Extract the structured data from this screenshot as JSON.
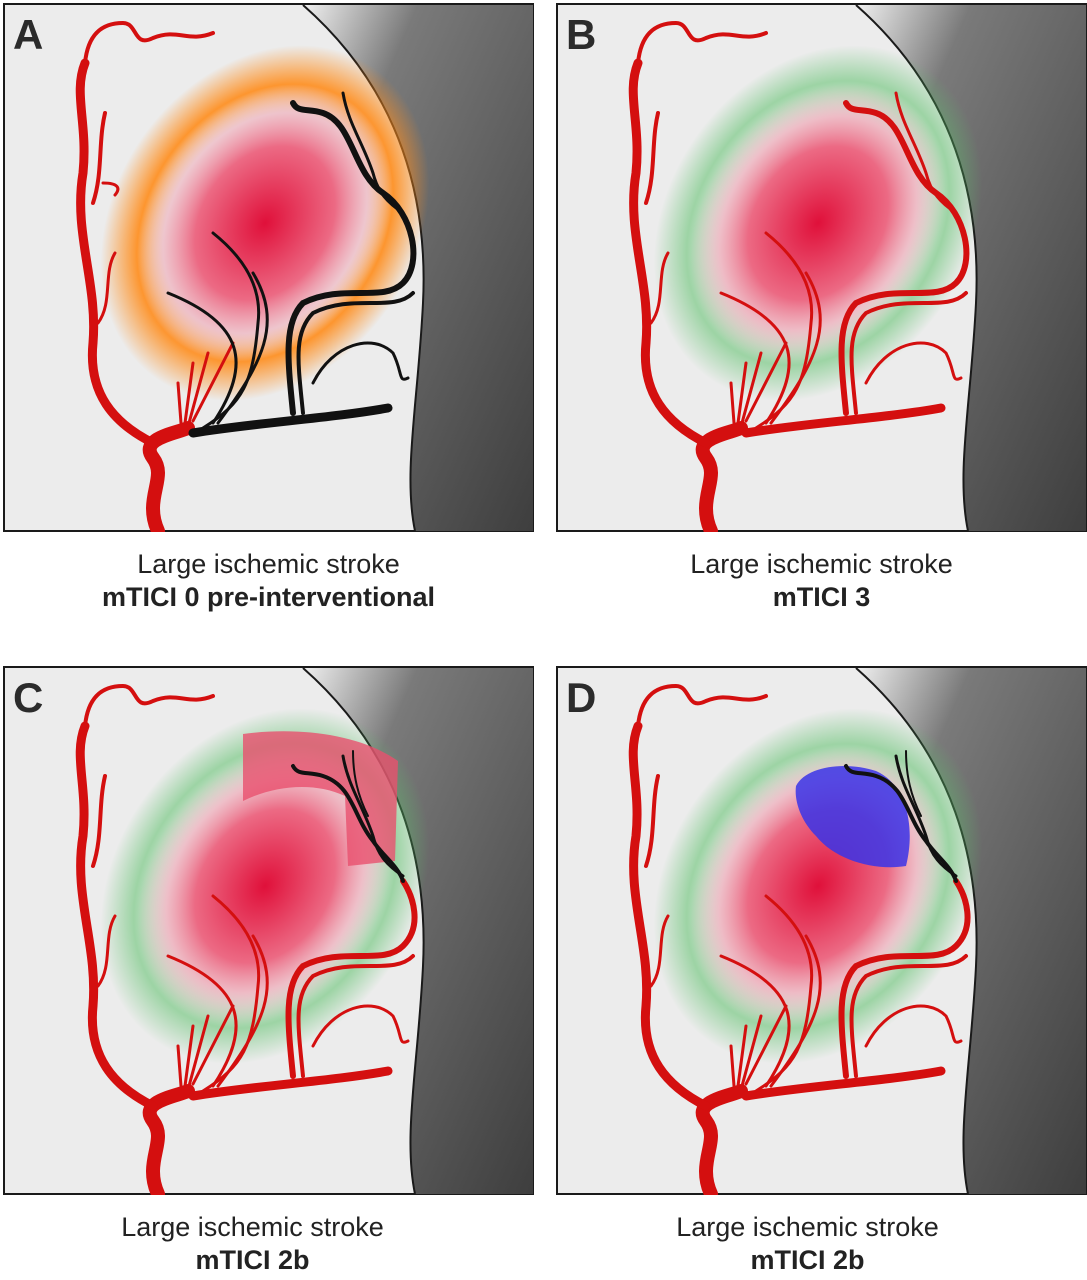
{
  "panels": [
    {
      "letter": "A",
      "line1": "Large ischemic stroke",
      "line2": "mTICI 0 pre-interventional",
      "penumbra_color": "#ff8c1a",
      "occlusion": "full"
    },
    {
      "letter": "B",
      "line1": "Large ischemic stroke",
      "line2": "mTICI 3",
      "penumbra_color": "#5cc06a",
      "occlusion": "none"
    },
    {
      "letter": "C",
      "line1": "Large ischemic stroke",
      "line2": "mTICI 2b",
      "penumbra_color": "#5cc06a",
      "occlusion": "distal",
      "patch_color": "#e8506e"
    },
    {
      "letter": "D",
      "line1": "Large ischemic stroke",
      "line2": "mTICI 2b",
      "penumbra_color": "#5cc06a",
      "occlusion": "distal",
      "patch_color": "#3a34e8"
    }
  ],
  "colors": {
    "artery": "#d40f0f",
    "occluded_vessel": "#111111",
    "core": "#e0103a",
    "brain": "#ececec",
    "skull_dark": "#4a4a4a"
  }
}
